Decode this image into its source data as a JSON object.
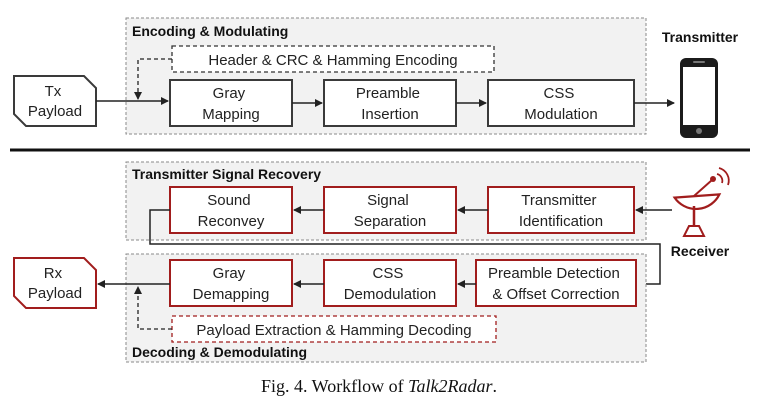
{
  "sections": {
    "encoding_title": "Encoding & Modulating",
    "recovery_title": "Transmitter Signal Recovery",
    "decoding_title": "Decoding & Demodulating"
  },
  "devices": {
    "transmitter_label": "Transmitter",
    "receiver_label": "Receiver"
  },
  "payloads": {
    "tx": [
      "Tx",
      "Payload"
    ],
    "rx": [
      "Rx",
      "Payload"
    ]
  },
  "encoding": {
    "header_crc_hamming": "Header & CRC & Hamming Encoding",
    "gray_mapping": [
      "Gray",
      "Mapping"
    ],
    "preamble_insertion": [
      "Preamble",
      "Insertion"
    ],
    "css_modulation": [
      "CSS",
      "Modulation"
    ]
  },
  "recovery": {
    "sound_reconvey": [
      "Sound",
      "Reconvey"
    ],
    "signal_separation": [
      "Signal",
      "Separation"
    ],
    "transmitter_identification": [
      "Transmitter",
      "Identification"
    ]
  },
  "decoding": {
    "gray_demapping": [
      "Gray",
      "Demapping"
    ],
    "css_demodulation": [
      "CSS",
      "Demodulation"
    ],
    "preamble_detection": [
      "Preamble Detection",
      "& Offset Correction"
    ],
    "payload_extraction": "Payload Extraction & Hamming Decoding"
  },
  "caption": {
    "prefix": "Fig. 4.   Workflow of ",
    "name": "Talk2Radar",
    "suffix": "."
  },
  "colors": {
    "block_border": "#3a3a3a",
    "recovery_border": "#a11d1d",
    "section_fill": "#f2f2f2",
    "section_border": "#8a8a8a"
  }
}
